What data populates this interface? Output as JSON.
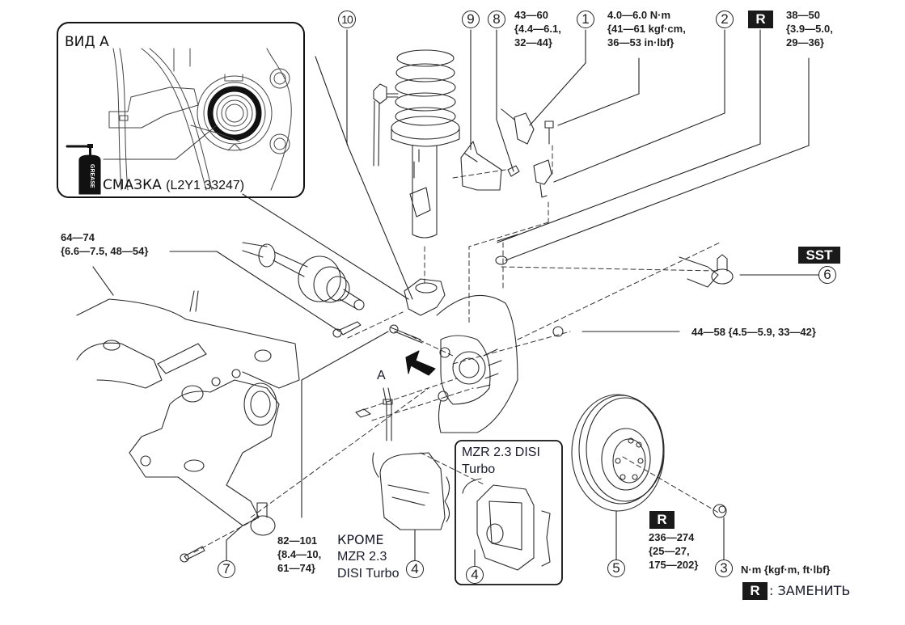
{
  "diagram": {
    "view_a": {
      "title": "ВИД А",
      "grease_label": "СМАЗКА",
      "grease_code": "(L2Y1 33247)",
      "can_label": "GREASE"
    },
    "arrow_label": "A",
    "callouts": [
      {
        "id": "1",
        "label": "1"
      },
      {
        "id": "2",
        "label": "2"
      },
      {
        "id": "3",
        "label": "3"
      },
      {
        "id": "4a",
        "label": "4"
      },
      {
        "id": "4b",
        "label": "4"
      },
      {
        "id": "5",
        "label": "5"
      },
      {
        "id": "6",
        "label": "6"
      },
      {
        "id": "7",
        "label": "7"
      },
      {
        "id": "8",
        "label": "8"
      },
      {
        "id": "9",
        "label": "9"
      },
      {
        "id": "10",
        "label": "10"
      }
    ],
    "torques": {
      "t_nut_8": [
        "43—60",
        "{4.4—6.1,",
        "32—44}"
      ],
      "t_bolt_sensor": [
        "4.0—6.0 N·m",
        "{41—61 kgf·cm,",
        "36—53 in·lbf}"
      ],
      "t_tie_rod_nut": [
        "38—50",
        "{3.9—5.0,",
        "29—36}"
      ],
      "t_driveshaft": [
        "64—74",
        "{6.6—7.5, 48—54}"
      ],
      "t_strut_bolt": [
        "44—58 {4.5—5.9, 33—42}"
      ],
      "t_balljoint": [
        "82—101",
        "{8.4—10,",
        "61—74}"
      ],
      "t_hub_nut": [
        "236—274",
        "{25—27,",
        "175—202}"
      ]
    },
    "badges": {
      "replace": "R",
      "sst": "SST"
    },
    "variants": {
      "except": [
        "КРОМЕ",
        "MZR 2.3",
        "DISI Turbo"
      ],
      "turbo_box": [
        "MZR 2.3 DISI",
        "Turbo"
      ]
    },
    "legend": {
      "units": "N·m {kgf·m,  ft·lbf}",
      "replace_badge": "R",
      "replace_text": ": ЗАМЕНИТЬ"
    }
  }
}
